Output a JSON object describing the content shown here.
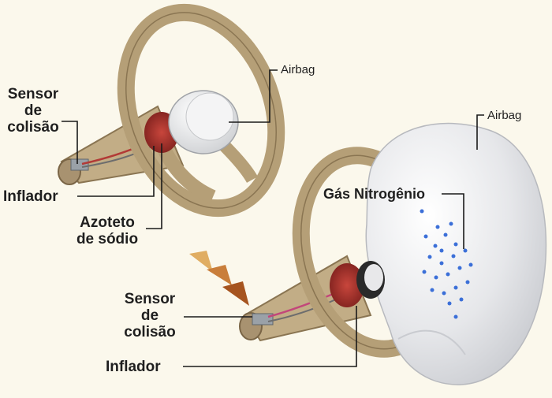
{
  "labels": {
    "airbag_top": "Airbag",
    "airbag_right": "Airbag",
    "sensor_top": [
      "Sensor",
      "de",
      "colisão"
    ],
    "inflador_top": "Inflador",
    "azoteto": [
      "Azoteto",
      "de sódio"
    ],
    "gas": "Gás Nitrogênio",
    "sensor_bottom": [
      "Sensor",
      "de",
      "colisão"
    ],
    "inflador_bottom": "Inflador"
  },
  "colors": {
    "background": "#fbf8ec",
    "wheel": "#b59f77",
    "wheel_dark": "#8a7552",
    "inflator": "#a8322c",
    "airbag": "#e9eaec",
    "gas_dots": "#3b6fd8",
    "arrow": "#b5682a"
  }
}
